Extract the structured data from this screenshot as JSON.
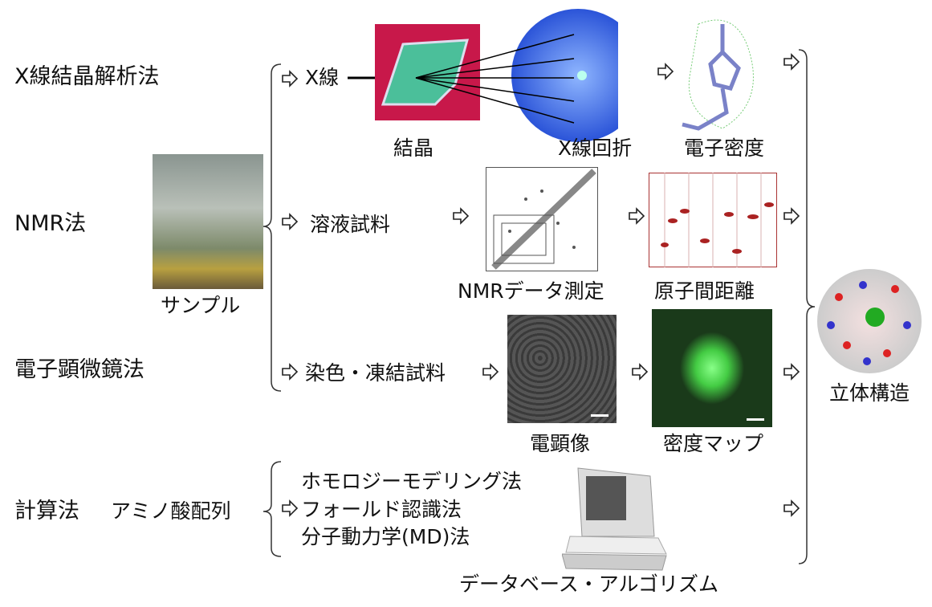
{
  "methods": {
    "xray": "X線結晶解析法",
    "nmr": "NMR法",
    "em": "電子顕微鏡法",
    "comp": "計算法",
    "aa": "アミノ酸配列"
  },
  "sample": "サンプル",
  "xray": {
    "input": "X線",
    "crystal": "結晶",
    "diffraction": "X線回折",
    "density": "電子密度"
  },
  "nmr": {
    "input": "溶液試料",
    "measure": "NMRデータ測定",
    "distance": "原子間距離"
  },
  "em": {
    "input": "染色・凍結試料",
    "image": "電顕像",
    "map": "密度マップ"
  },
  "comp": {
    "items": [
      "ホモロジーモデリング法",
      "フォールド認識法",
      "分子動力学(MD)法"
    ],
    "db": "データベース・アルゴリズム"
  },
  "result": "立体構造"
}
